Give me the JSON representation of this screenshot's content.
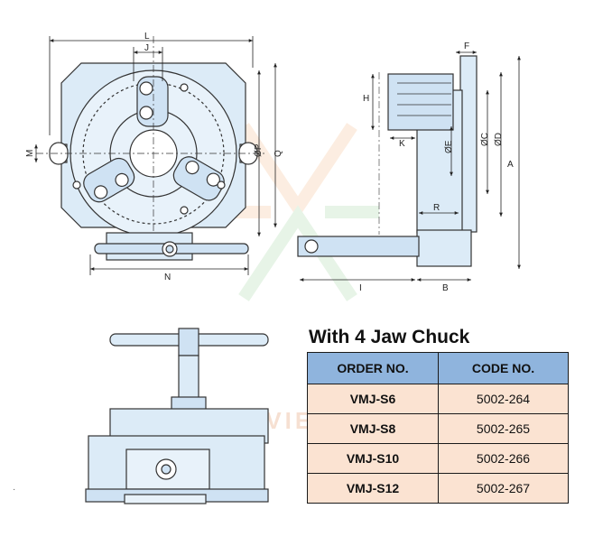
{
  "dimensions": {
    "L": "L",
    "J": "J",
    "F": "F",
    "H": "H",
    "M": "M",
    "K": "K",
    "P": "ØP",
    "Q": "Q",
    "E": "ØE",
    "C": "ØC",
    "D": "ØD",
    "A": "A",
    "R": "R",
    "N": "N",
    "I": "I",
    "B": "B"
  },
  "watermark": "PHUONG VIET TECH",
  "chuck_table": {
    "title": "With 4 Jaw Chuck",
    "headers": {
      "order": "ORDER NO.",
      "code": "CODE NO."
    },
    "rows": [
      {
        "order": "VMJ-S6",
        "code": "5002-264"
      },
      {
        "order": "VMJ-S8",
        "code": "5002-265"
      },
      {
        "order": "VMJ-S10",
        "code": "5002-266"
      },
      {
        "order": "VMJ-S12",
        "code": "5002-267"
      }
    ]
  },
  "colors": {
    "part_fill": "#dcebf7",
    "part_stroke": "#333333",
    "header_fill": "#8fb4dd",
    "row_fill": "#fbe3d2"
  }
}
